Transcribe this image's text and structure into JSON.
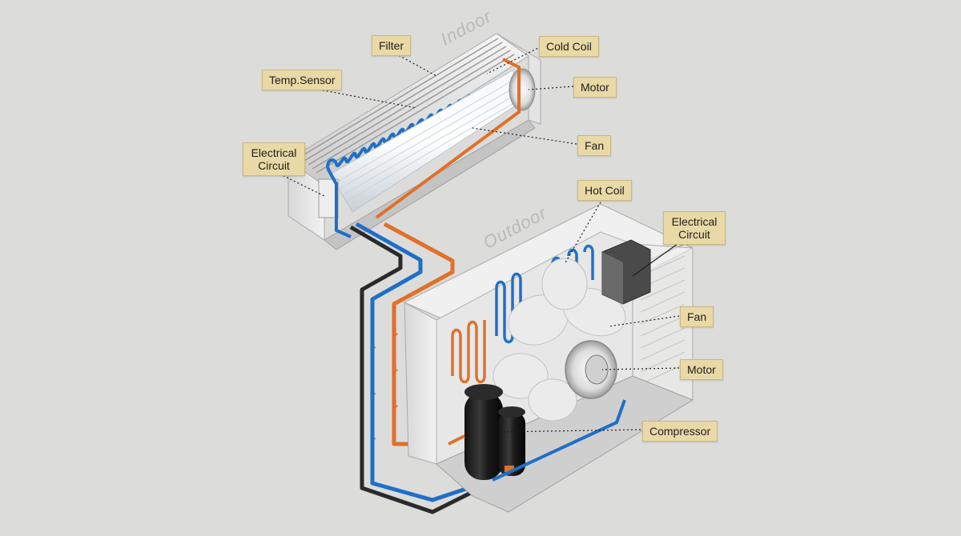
{
  "zones": {
    "indoor": "Indoor",
    "outdoor": "Outdoor"
  },
  "labels": {
    "filter": "Filter",
    "cold_coil": "Cold Coil",
    "temp_sensor": "Temp.Sensor",
    "indoor_motor": "Motor",
    "indoor_fan": "Fan",
    "indoor_circuit_line1": "Electrical",
    "indoor_circuit_line2": "Circuit",
    "hot_coil": "Hot Coil",
    "outdoor_circuit_line1": "Electrical",
    "outdoor_circuit_line2": "Circuit",
    "outdoor_fan": "Fan",
    "outdoor_motor": "Motor",
    "compressor": "Compressor"
  },
  "colors": {
    "background": "#dcdcda",
    "callout_fill": "#e9d9a6",
    "hot_pipe": "#e0702a",
    "cold_pipe": "#1f6fc8",
    "power_cable": "#2a2a2a",
    "casing": "#ededed",
    "casing_shadow": "#b8b8b8"
  }
}
